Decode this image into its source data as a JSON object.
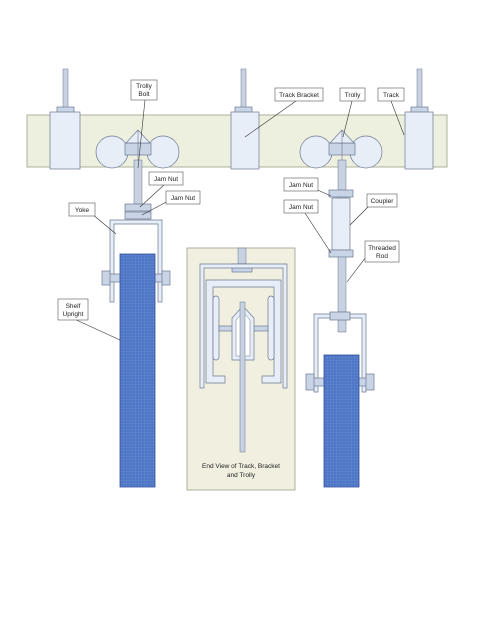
{
  "labels": {
    "trolly_bolt_1": "Trolly",
    "trolly_bolt_2": "Bolt",
    "track_bracket": "Track Bracket",
    "trolly": "Trolly",
    "track": "Track",
    "jam_nut_left_top": "Jam Nut",
    "jam_nut_left_bottom": "Jam Nut",
    "jam_nut_right_top": "Jam Nut",
    "jam_nut_right_bottom": "Jam Nut",
    "coupler": "Coupler",
    "yoke": "Yoke",
    "threaded_rod_1": "Threaded",
    "threaded_rod_2": "Rod",
    "shelf_upright_1": "Shelf",
    "shelf_upright_2": "Upright",
    "end_view_1": "End View of Track, Bracket",
    "end_view_2": "and Trolly"
  },
  "colors": {
    "track_fill": "#eef0df",
    "end_view_fill": "#f1f0e0",
    "upright_blue": "#4f76c6",
    "part_blue": "#e8eef8",
    "outline": "#6a7890"
  }
}
